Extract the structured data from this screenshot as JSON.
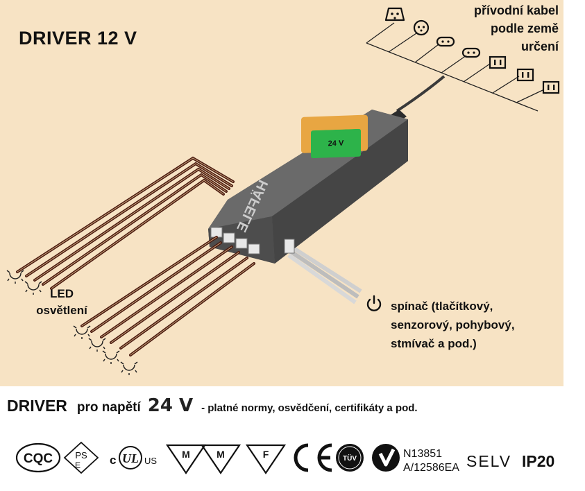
{
  "title": "DRIVER  12 V",
  "cable_label": [
    "přívodní kabel",
    "podle země",
    "určení"
  ],
  "led_label": [
    "LED",
    "osvětlení"
  ],
  "switch_label": [
    "spínač (tlačítkový,",
    "senzorový, pohybový,",
    "stmívač a pod.)"
  ],
  "driver_badge": "24 V",
  "brand_logo": "HÄFELE",
  "bottom_line": {
    "part1": "DRIVER",
    "part2": "pro napětí",
    "part3": "24 V",
    "part4": "-  platné normy, osvědčení, certifikáty a pod."
  },
  "certifications": {
    "cqc": "CQC",
    "pse_top": "PS",
    "pse_bottom": "E",
    "ul_c": "c",
    "ul_us": "US",
    "m1": "M",
    "m2": "M",
    "f": "F",
    "tuv": "TÜV",
    "n_code_1": "N13851",
    "n_code_2": "A/12586EA",
    "selv": "SELV",
    "ip": "IP20"
  },
  "colors": {
    "background_beige": "#f7e3c4",
    "driver_body": "#585858",
    "badge_green": "#2db34a",
    "wire_brown": "#5a1f14"
  }
}
